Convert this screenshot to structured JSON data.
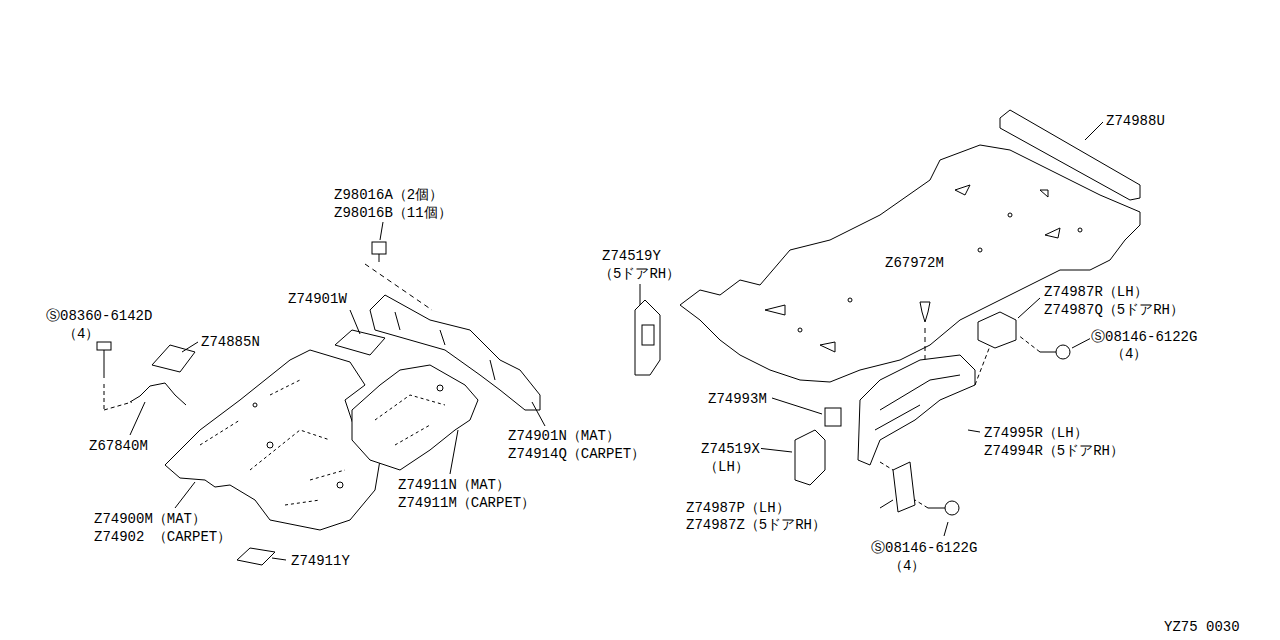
{
  "diagram": {
    "labels": [
      "Z98016A（2個）",
      "Z98016B（11個）",
      "Ⓢ08360-6142D",
      "（4）",
      "Z74885N",
      "Z67840M",
      "Z74901W",
      "Z74900M（MAT）",
      "Z74902 （CARPET）",
      "Z74911Y",
      "Z74911N（MAT）",
      "Z74911M（CARPET）",
      "Z74901N（MAT）",
      "Z74914Q（CARPET）",
      "Z74519Y",
      "（5ドアRH）",
      "Z74988U",
      "Z67972M",
      "Z74987R（LH）",
      "Z74987Q（5ドアRH）",
      "Ⓢ08146-6122G",
      "（4）",
      "Z74993M",
      "Z74519X",
      "（LH）",
      "Z74995R（LH）",
      "Z74994R（5ドアRH）",
      "Z74987P（LH）",
      "Z74987Z（5ドアRH）",
      "Ⓢ08146-6122G",
      "（4）",
      "YZ75 0030"
    ]
  }
}
